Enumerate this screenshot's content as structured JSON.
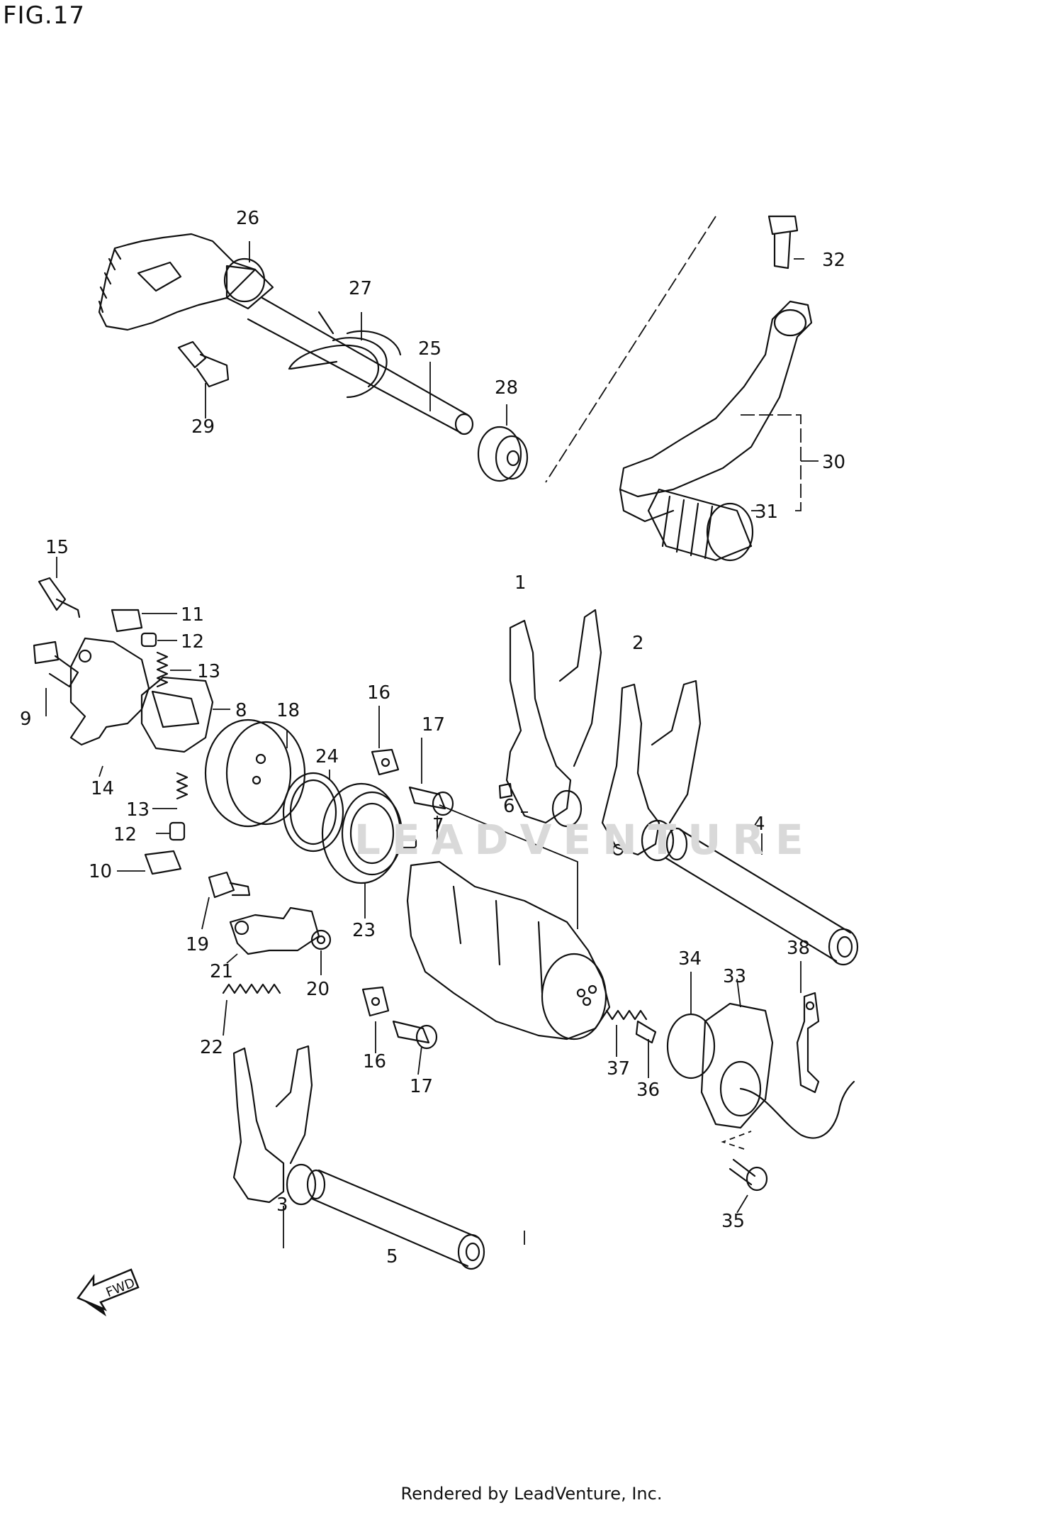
{
  "figure_title": "FIG.17",
  "footer_text": "Rendered by LeadVenture, Inc.",
  "watermark_text": "LEADVENTURE",
  "fwd_label": "FWD",
  "callouts": {
    "c1": "1",
    "c2": "2",
    "c3": "3",
    "c4": "4",
    "c5": "5",
    "c6": "6",
    "c7": "7",
    "c8": "8",
    "c9": "9",
    "c10": "10",
    "c11": "11",
    "c12a": "12",
    "c12b": "12",
    "c13a": "13",
    "c13b": "13",
    "c14": "14",
    "c15": "15",
    "c16a": "16",
    "c16b": "16",
    "c17a": "17",
    "c17b": "17",
    "c18": "18",
    "c19": "19",
    "c20": "20",
    "c21": "21",
    "c22": "22",
    "c23": "23",
    "c24": "24",
    "c25": "25",
    "c26": "26",
    "c27": "27",
    "c28": "28",
    "c29": "29",
    "c30": "30",
    "c31": "31",
    "c32": "32",
    "c33": "33",
    "c34": "34",
    "c35": "35",
    "c36": "36",
    "c37": "37",
    "c38": "38"
  }
}
